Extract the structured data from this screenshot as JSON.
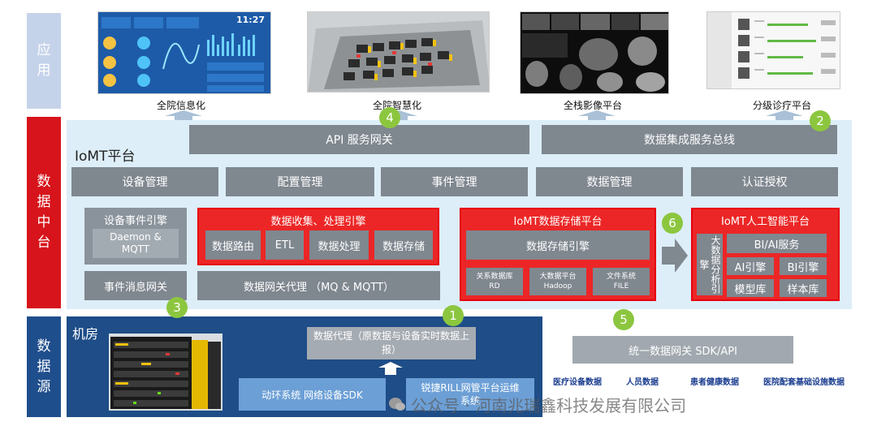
{
  "side_labels": {
    "app": "应用",
    "platform": "数据中台",
    "source": "数据源"
  },
  "apps": [
    {
      "label": "全院信息化",
      "clock": "11:27"
    },
    {
      "label": "全院智慧化"
    },
    {
      "label": "全栈影像平台"
    },
    {
      "label": "分级诊疗平台"
    }
  ],
  "top_bar": {
    "api_gateway": "API 服务网关",
    "data_bus": "数据集成服务总线"
  },
  "iomt": {
    "title": "IoMT平台",
    "mgmt": [
      "设备管理",
      "配置管理",
      "事件管理",
      "数据管理",
      "认证授权"
    ],
    "event_engine": {
      "title": "设备事件引擎",
      "inner": "Daemon & MQTT"
    },
    "event_gateway": "事件消息网关",
    "collect": {
      "title": "数据收集、处理引擎",
      "items": [
        "数据路由",
        "ETL",
        "数据处理",
        "数据存储"
      ]
    },
    "gateway_proxy": "数据网关代理 （MQ & MQTT）",
    "storage": {
      "title": "IoMT数据存储平台",
      "engine": "数据存储引擎",
      "items": [
        {
          "l1": "关系数据库",
          "l2": "RD"
        },
        {
          "l1": "大数据平台",
          "l2": "Hadoop"
        },
        {
          "l1": "文件系统",
          "l2": "FILE"
        }
      ]
    },
    "ai": {
      "title": "IoMT人工智能平台",
      "engine": "大数据分析引擎",
      "bi": "BI/AI服务",
      "items": [
        "AI引擎",
        "BI引擎",
        "模型库",
        "样本库"
      ]
    }
  },
  "badges": [
    "1",
    "2",
    "3",
    "4",
    "5",
    "6"
  ],
  "machine_room": {
    "title": "机房",
    "proxy": "数据代理（原数据与设备实时数据上报）",
    "env_sdk": "动环系统 网络设备SDK",
    "rill": "锐捷RILL网管平台运维",
    "rill_2": "系统"
  },
  "unified_gateway": "统一数据网关 SDK/API",
  "data_sources": [
    "医疗设备数据",
    "人员数据",
    "患者健康数据",
    "医院配套基础设施数据"
  ],
  "watermark": "公众号 · 河南兆瑞鑫科技发展有限公司",
  "colors": {
    "app_band": "#c5d3ea",
    "platform_band": "#d7141b",
    "source_band": "#1f4e8c",
    "platform_bg": "#ddeef8",
    "gray_box": "#7f878f",
    "red_panel": "#ec2626",
    "badge": "#8cc63f",
    "machine_room_bg": "#1e4d87"
  }
}
